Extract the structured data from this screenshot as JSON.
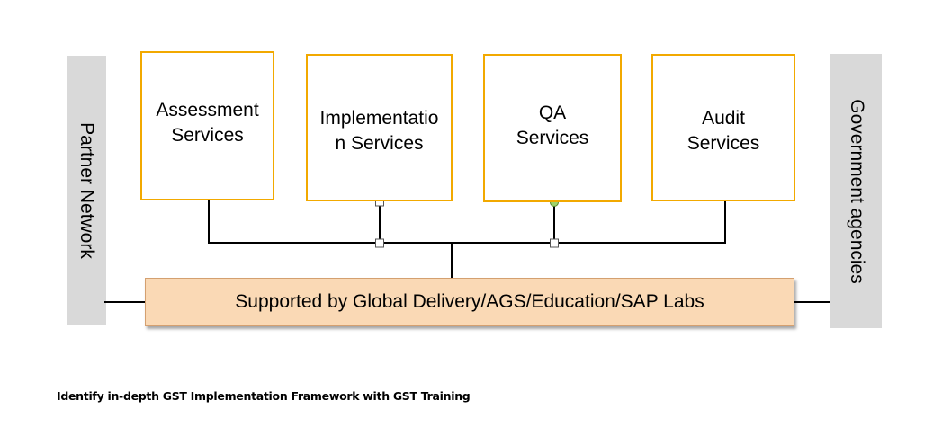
{
  "diagram": {
    "left_side_label": "Partner Network",
    "right_side_label": "Government agencies",
    "services": [
      {
        "label": "Assessment\nServices"
      },
      {
        "label": "Implementatio\nn Services"
      },
      {
        "label": "QA\nServices"
      },
      {
        "label": "Audit\nServices"
      }
    ],
    "support_bar": "Supported by Global Delivery/AGS/Education/SAP Labs",
    "colors": {
      "box_border": "#f2a900",
      "support_fill": "#fad9b5",
      "side_bar_fill": "#d9d9d9",
      "connector_dot_green": "#9fd36b"
    }
  },
  "caption": "Identify in-depth GST Implementation Framework with GST Training"
}
